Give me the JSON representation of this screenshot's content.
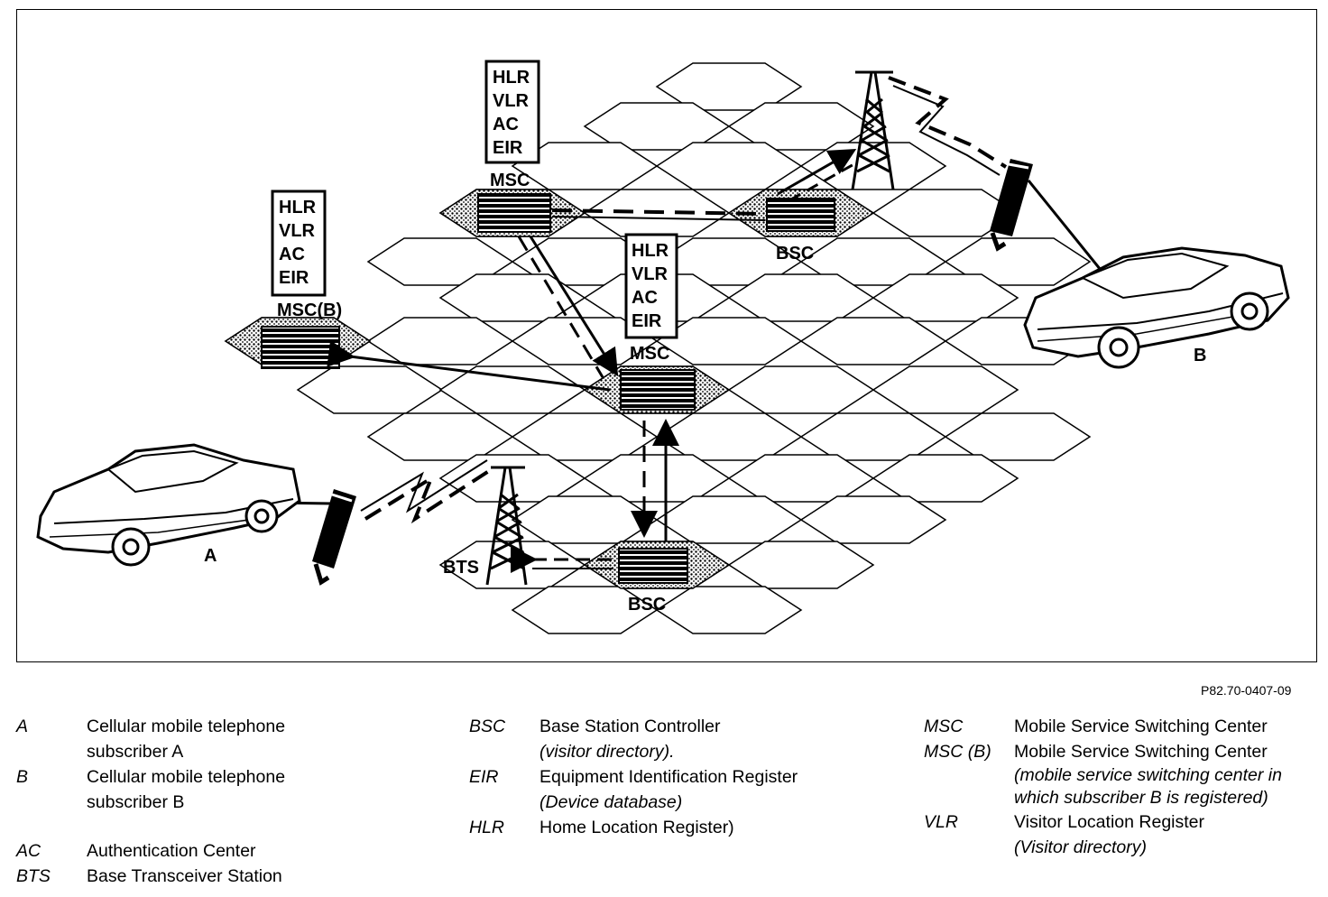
{
  "diagram": {
    "stack_labels": [
      "HLR",
      "VLR",
      "AC",
      "EIR"
    ],
    "msc_label": "MSC",
    "msc_b_label": "MSC(B)",
    "bsc_label": "BSC",
    "bts_label": "BTS",
    "car_a_label": "A",
    "car_b_label": "B"
  },
  "reference": "P82.70-0407-09",
  "legend": [
    {
      "abbr": "A",
      "line1": "Cellular mobile telephone",
      "line2": "subscriber A"
    },
    {
      "abbr": "B",
      "line1": "Cellular mobile telephone",
      "line2": "subscriber B"
    },
    {
      "abbr": "AC",
      "line1": "Authentication Center",
      "line2": ""
    },
    {
      "abbr": "BTS",
      "line1": "Base Transceiver Station",
      "line2": ""
    },
    {
      "abbr": "BSC",
      "line1": "Base Station Controller",
      "line2": "(visitor directory)."
    },
    {
      "abbr": "EIR",
      "line1": "Equipment Identification Register",
      "line2": "(Device database)"
    },
    {
      "abbr": "HLR",
      "line1": "Home Location Register)",
      "line2": ""
    },
    {
      "abbr": "MSC",
      "line1": "Mobile Service Switching Center",
      "line2": ""
    },
    {
      "abbr": "MSC (B)",
      "line1": "Mobile Service Switching Center",
      "line2": "(mobile service switching center in which subscriber B is registered)"
    },
    {
      "abbr": "VLR",
      "line1": "Visitor Location Register",
      "line2": "(Visitor directory)"
    }
  ]
}
